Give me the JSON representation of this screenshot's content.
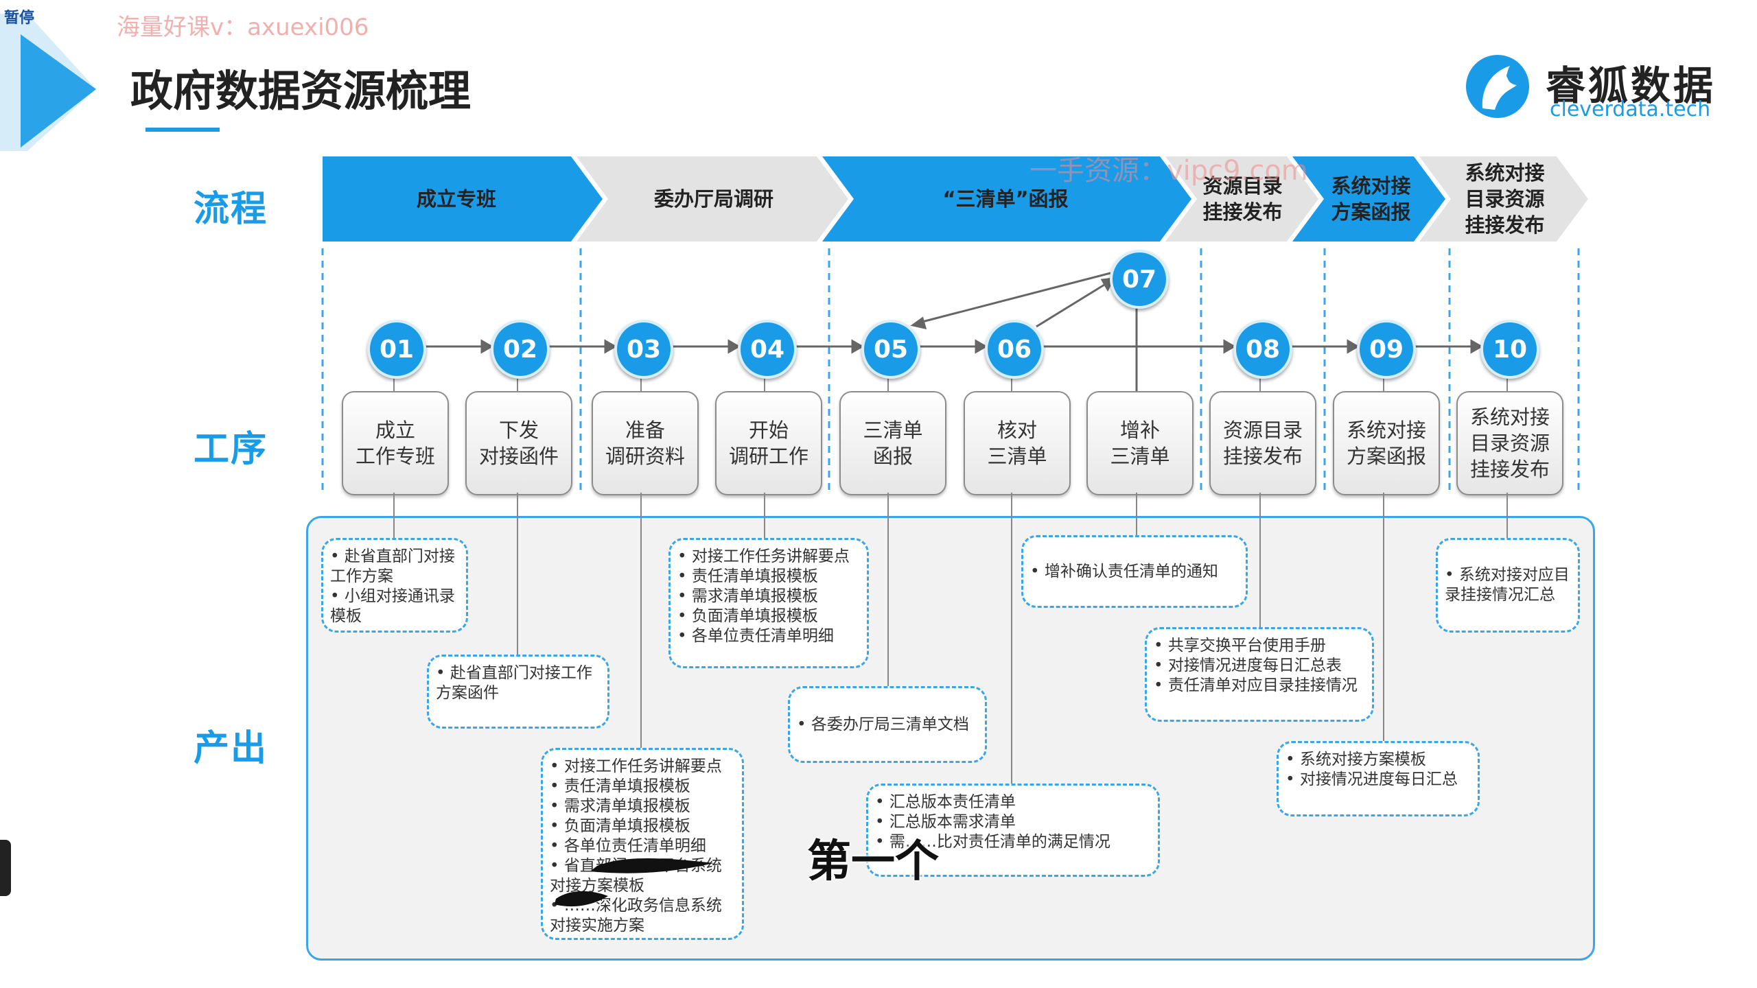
{
  "overlay": {
    "paused": "暂停",
    "watermark_top": "海量好课v：axuexi006",
    "watermark_mid": "一手资源：vipc9.com",
    "subtitle": "第一个"
  },
  "header": {
    "title": "政府数据资源梳理",
    "brand_name": "睿狐数据",
    "brand_url": "cleverdata.tech"
  },
  "rows": {
    "flow": "流程",
    "steps": "工序",
    "outputs": "产出"
  },
  "flow_stages": [
    "成立专班",
    "委办厅局调研",
    "“三清单”函报",
    "资源目录\n挂接发布",
    "系统对接\n方案函报",
    "系统对接\n目录资源\n挂接发布"
  ],
  "steps": [
    {
      "num": "01",
      "label": "成立\n工作专班"
    },
    {
      "num": "02",
      "label": "下发\n对接函件"
    },
    {
      "num": "03",
      "label": "准备\n调研资料"
    },
    {
      "num": "04",
      "label": "开始\n调研工作"
    },
    {
      "num": "05",
      "label": "三清单\n函报"
    },
    {
      "num": "06",
      "label": "核对\n三清单"
    },
    {
      "num": "07",
      "label": "增补\n三清单"
    },
    {
      "num": "08",
      "label": "资源目录\n挂接发布"
    },
    {
      "num": "09",
      "label": "系统对接\n方案函报"
    },
    {
      "num": "10",
      "label": "系统对接\n目录资源\n挂接发布"
    }
  ],
  "outputs": [
    {
      "items": [
        "赴省直部门对接工作方案",
        "小组对接通讯录模板"
      ]
    },
    {
      "items": [
        "赴省直部门对接工作方案函件"
      ]
    },
    {
      "items": [
        "对接工作任务讲解要点",
        "责任清单填报模板",
        "需求清单填报模板",
        "负面清单填报模板",
        "各单位责任清单明细",
        "省直部门……平台系统对接方案模板",
        "……深化政务信息系统对接实施方案"
      ]
    },
    {
      "items": [
        "对接工作任务讲解要点",
        "责任清单填报模板",
        "需求清单填报模板",
        "负面清单填报模板",
        "各单位责任清单明细"
      ]
    },
    {
      "items": [
        "各委办厅局三清单文档"
      ]
    },
    {
      "items": [
        "汇总版本责任清单",
        "汇总版本需求清单",
        "需……比对责任清单的满足情况"
      ]
    },
    {
      "items": [
        "增补确认责任清单的通知"
      ]
    },
    {
      "items": [
        "共享交换平台使用手册",
        "对接情况进度每日汇总表",
        "责任清单对应目录挂接情况"
      ]
    },
    {
      "items": [
        "系统对接方案模板",
        "对接情况进度每日汇总"
      ]
    },
    {
      "items": [
        "系统对接对应目录挂接情况汇总"
      ]
    }
  ],
  "colors": {
    "accent_blue": "#1a9be8",
    "grey_chevron": "#e3e3e3",
    "title_underline": "#1a9be8"
  }
}
